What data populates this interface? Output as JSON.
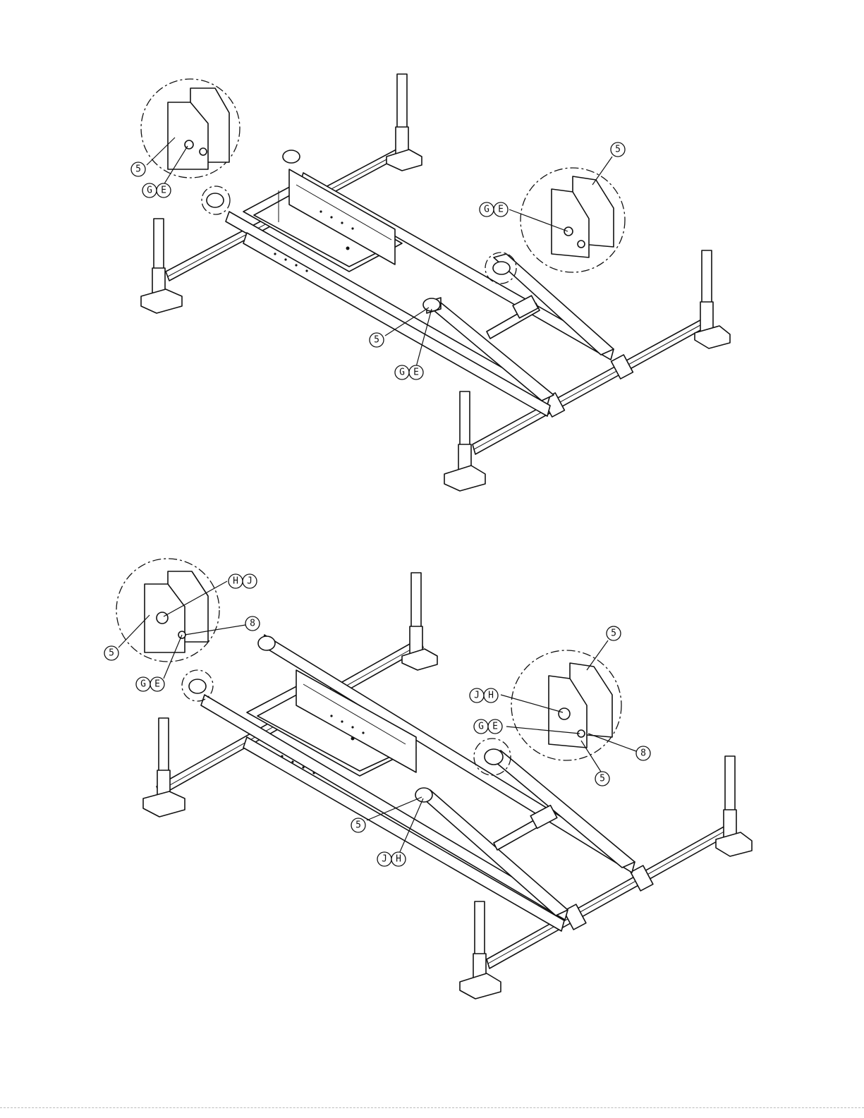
{
  "figures": [
    {
      "name": "step-a",
      "callouts": [
        {
          "labels": [
            "5"
          ]
        },
        {
          "labels": [
            "G",
            "E"
          ]
        },
        {
          "labels": [
            "5"
          ]
        },
        {
          "labels": [
            "G",
            "E"
          ]
        },
        {
          "labels": [
            "5"
          ]
        },
        {
          "labels": [
            "G",
            "E"
          ]
        }
      ]
    },
    {
      "name": "step-b",
      "callouts": [
        {
          "labels": [
            "H",
            "J"
          ]
        },
        {
          "labels": [
            "8"
          ]
        },
        {
          "labels": [
            "5"
          ]
        },
        {
          "labels": [
            "G",
            "E"
          ]
        },
        {
          "labels": [
            "5"
          ]
        },
        {
          "labels": [
            "J",
            "H"
          ]
        },
        {
          "labels": [
            "G",
            "E"
          ]
        },
        {
          "labels": [
            "8"
          ]
        },
        {
          "labels": [
            "5"
          ]
        },
        {
          "labels": [
            "5"
          ]
        },
        {
          "labels": [
            "J",
            "H"
          ]
        }
      ]
    }
  ]
}
